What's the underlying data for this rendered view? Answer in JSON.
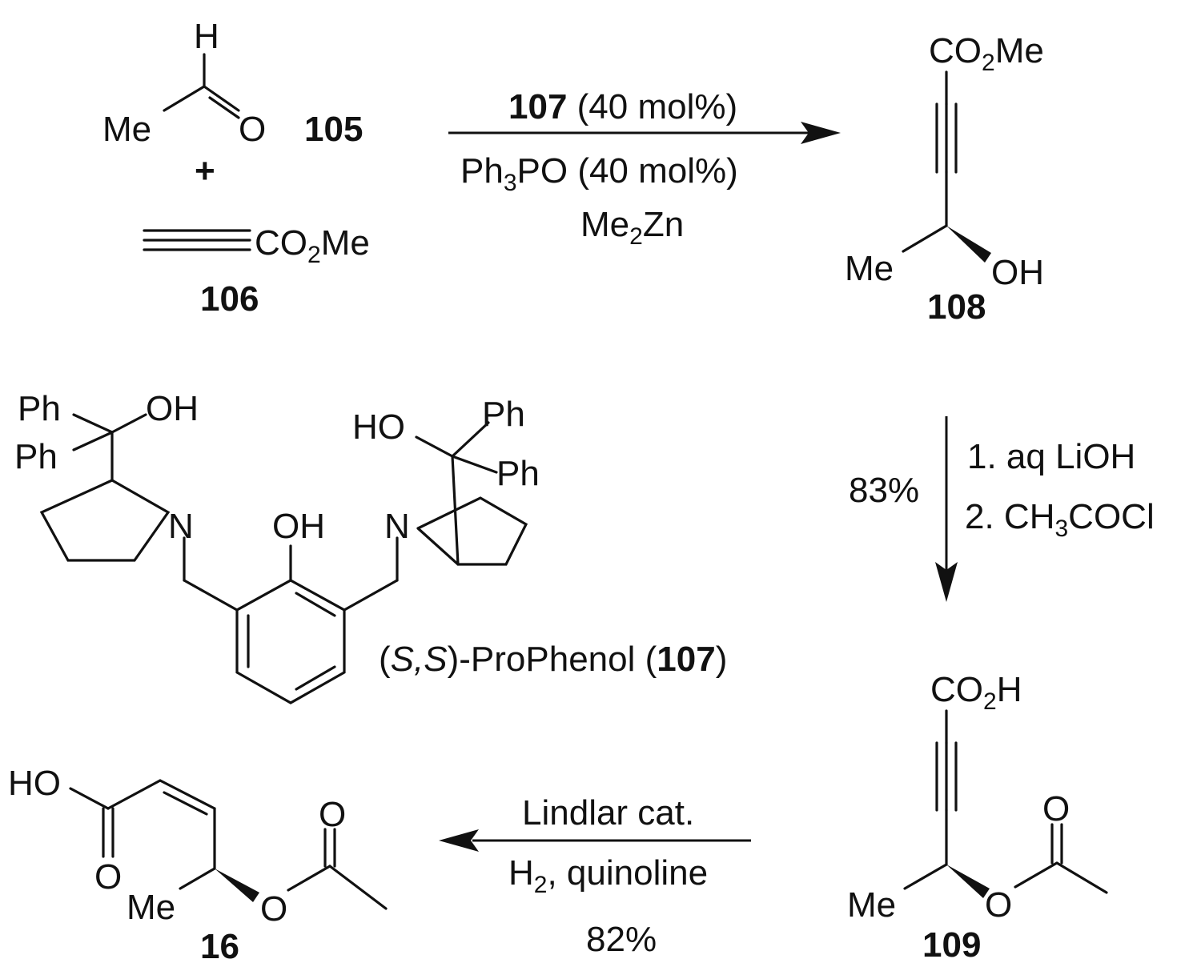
{
  "compounds": {
    "c105": {
      "label": "105",
      "atoms": {
        "H": "H",
        "Me": "Me",
        "O": "O"
      }
    },
    "plus": "+",
    "c106": {
      "label": "106",
      "group": "CO2Me",
      "group_parts": [
        "CO",
        "2",
        "Me"
      ]
    },
    "c108": {
      "label": "108",
      "group_parts": [
        "CO",
        "2",
        "Me"
      ],
      "Me": "Me",
      "OH": "OH"
    },
    "c107": {
      "ph1": "Ph",
      "ph2": "Ph",
      "oh1": "OH",
      "ph3": "Ph",
      "ph4": "Ph",
      "oh2": "HO",
      "n1": "N",
      "n2": "N",
      "oh_phenol": "OH",
      "name_prefix": "(",
      "name_s1": "S",
      "name_comma": ",",
      "name_s2": "S",
      "name_main": ")-ProPhenol  (",
      "name_num": "107",
      "name_close": ")"
    },
    "c109": {
      "label": "109",
      "group_parts": [
        "CO",
        "2",
        "H"
      ],
      "Me": "Me",
      "O_ester": "O",
      "O_carbonyl": "O"
    },
    "c16": {
      "label": "16",
      "HO": "HO",
      "O_acid": "O",
      "Me": "Me",
      "O_ester": "O",
      "O_carbonyl": "O"
    }
  },
  "reactions": {
    "step1": {
      "line1_bold": "107",
      "line1_rest": " (40 mol%)",
      "line2_parts": [
        "Ph",
        "3",
        "PO (40 mol%)"
      ],
      "line3_parts": [
        "Me",
        "2",
        "Zn"
      ]
    },
    "step2": {
      "yield": "83%",
      "line1": "1. aq LiOH",
      "line2_parts": [
        "2. CH",
        "3",
        "COCl"
      ]
    },
    "step3": {
      "line1": "Lindlar cat.",
      "line2_parts": [
        "H",
        "2",
        ", quinoline"
      ],
      "yield": "82%"
    }
  }
}
